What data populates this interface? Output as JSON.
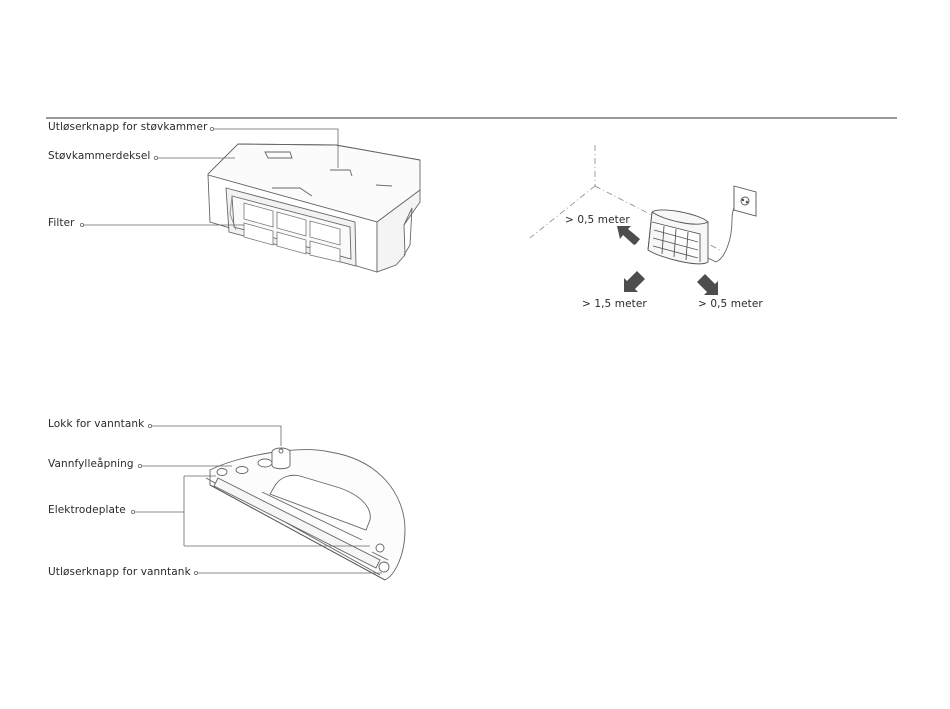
{
  "dustbin": {
    "labels": [
      "Utløserknapp for støvkammer",
      "Støvkammerdeksel",
      "Filter"
    ]
  },
  "watertank": {
    "labels": [
      "Lokk for vanntank",
      "Vannfylleåpning",
      "Elektrodeplate",
      "Utløserknapp for vanntank"
    ]
  },
  "placement": {
    "distances": [
      "> 0,5 meter",
      "> 1,5 meter",
      "> 0,5 meter"
    ]
  },
  "colors": {
    "line": "#555555",
    "arrow": "#4d4d4d",
    "text": "#2a2a2a"
  }
}
